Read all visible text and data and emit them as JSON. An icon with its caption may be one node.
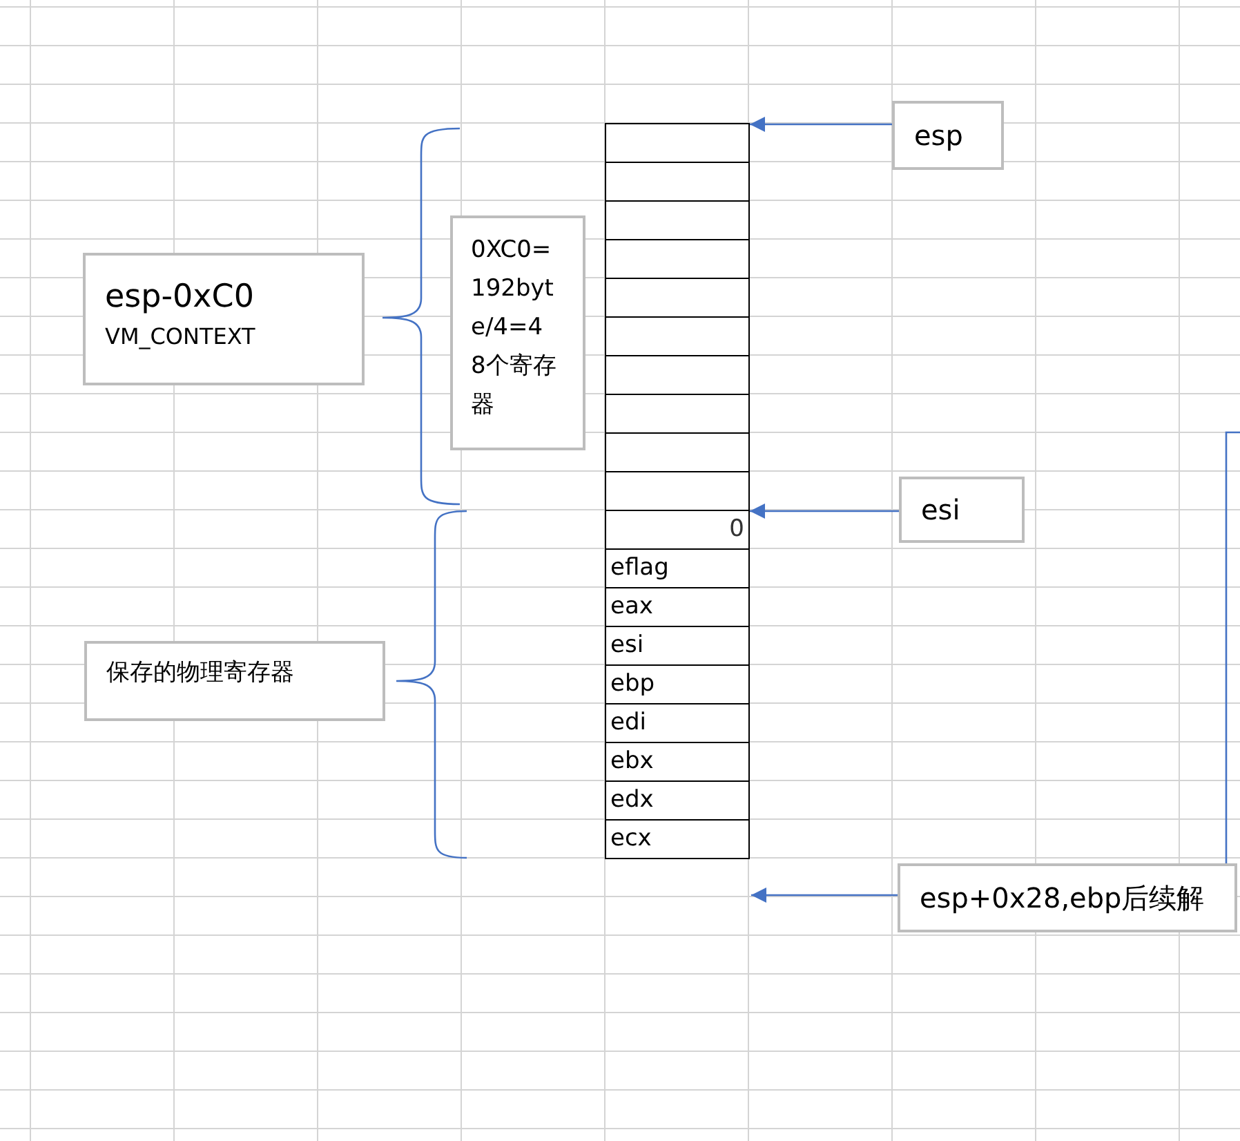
{
  "diagram": {
    "nodes": [
      {
        "text": [
          "esp"
        ]
      },
      {
        "text": [],
        "shape": "box"
      },
      {
        "text": [],
        "shape": "box"
      },
      {
        "text": [],
        "shape": "box"
      },
      {
        "text": [],
        "shape": "box"
      },
      {
        "text": [],
        "shape": "box"
      },
      {
        "text": [],
        "shape": "box"
      },
      {
        "text": [],
        "shape": "box"
      },
      {
        "text": [],
        "shape": "box"
      },
      {
        "text": [],
        "shape": "box"
      },
      {
        "text": [],
        "shape": "box"
      },
      {
        "text": [
          "0"
        ]
      },
      {
        "text": [
          "eflag"
        ]
      },
      {
        "text": [
          "eax"
        ]
      },
      {
        "text": [
          "esi"
        ]
      },
      {
        "text": [
          "ebp"
        ]
      },
      {
        "text": [
          "edi"
        ]
      },
      {
        "text": [
          "ebx"
        ]
      },
      {
        "text": [
          "edx"
        ]
      },
      {
        "text": [
          "ecx"
        ]
      },
      {
        "text": [
          "esp-0xC0",
          "VM_CONTEXT"
        ]
      },
      {
        "text": [
          "0XC0=192byte/4=48个寄存器"
        ]
      },
      {
        "text": [
          "esi"
        ]
      },
      {
        "text": [
          "保存的物理寄存器"
        ]
      },
      {
        "text": [
          "esp+0x28,ebp后续解"
        ]
      }
    ],
    "edges": [
      {
        "from": 0,
        "to": 1,
        "arrow": "to"
      },
      {
        "from": 22,
        "to": 11,
        "arrow": "to"
      },
      {
        "from": 24,
        "to": null,
        "arrow": "to"
      },
      {
        "from": null,
        "to": 24,
        "arrow": "none"
      }
    ]
  }
}
